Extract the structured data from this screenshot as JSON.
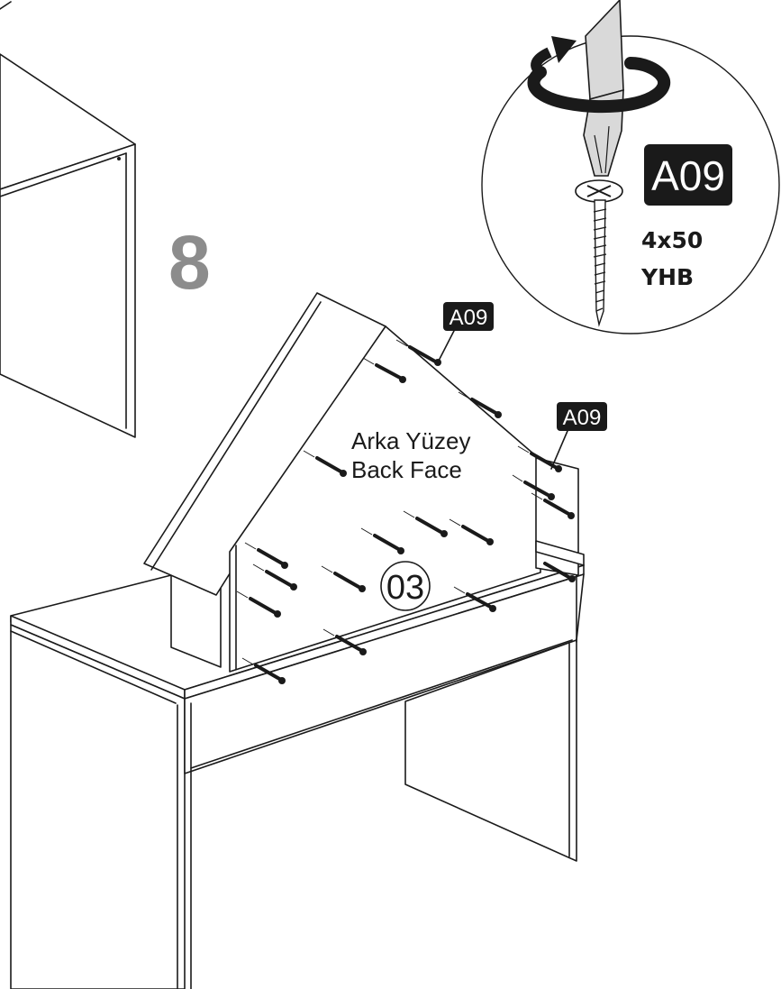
{
  "step": {
    "number": "8"
  },
  "panel": {
    "label_tr": "Arka Yüzey",
    "label_en": "Back Face",
    "part_number": "03"
  },
  "callouts": {
    "screw_code_1": "A09",
    "screw_code_2": "A09"
  },
  "detail": {
    "screw_code": "A09",
    "size": "4x50",
    "type": "YHB"
  },
  "colors": {
    "ink": "#1a1a1a",
    "step_gray": "#8c8c8c",
    "badge_bg": "#1a1a1a"
  },
  "icons": [
    "screwdriver-icon",
    "rotate-arrow-icon",
    "screw-icon"
  ]
}
